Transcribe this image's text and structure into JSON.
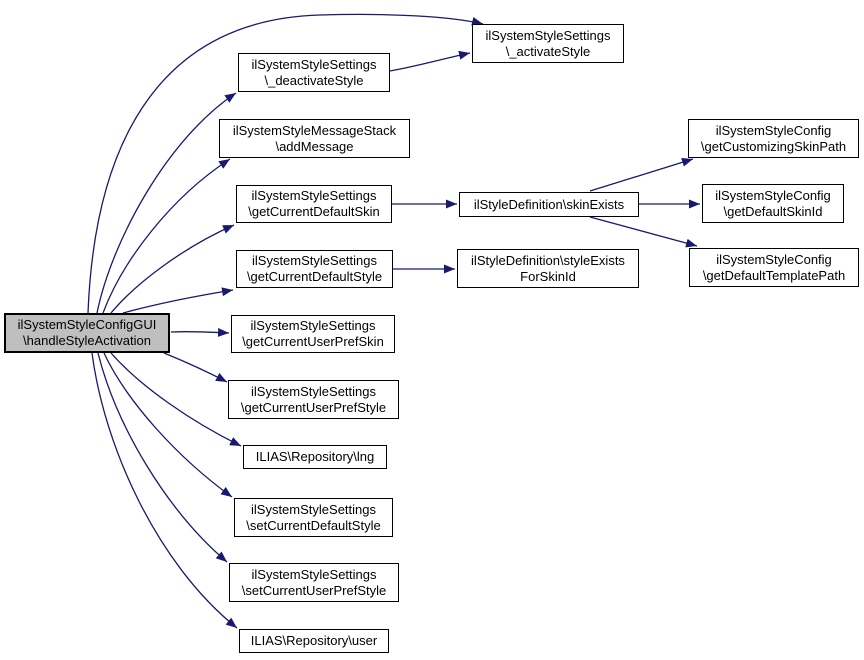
{
  "diagram": {
    "type": "doxygen-call-graph",
    "background_color": "#ffffff",
    "edge_color": "#191970",
    "node_border_color": "#000000",
    "node_fill_color": "#ffffff",
    "focus_node_fill_color": "#bfbfbf",
    "nodes": [
      {
        "id": "handleStyleActivation",
        "focus": true,
        "lines": [
          "ilSystemStyleConfigGUI",
          "\\handleStyleActivation"
        ]
      },
      {
        "id": "activateStyle",
        "focus": false,
        "lines": [
          "ilSystemStyleSettings",
          "\\_activateStyle"
        ]
      },
      {
        "id": "deactivateStyle",
        "focus": false,
        "lines": [
          "ilSystemStyleSettings",
          "\\_deactivateStyle"
        ]
      },
      {
        "id": "addMessage",
        "focus": false,
        "lines": [
          "ilSystemStyleMessageStack",
          "\\addMessage"
        ]
      },
      {
        "id": "getCurrentDefaultSkin",
        "focus": false,
        "lines": [
          "ilSystemStyleSettings",
          "\\getCurrentDefaultSkin"
        ]
      },
      {
        "id": "skinExists",
        "focus": false,
        "lines": [
          "ilStyleDefinition\\skinExists"
        ]
      },
      {
        "id": "getCustomizingSkinPath",
        "focus": false,
        "lines": [
          "ilSystemStyleConfig",
          "\\getCustomizingSkinPath"
        ]
      },
      {
        "id": "getDefaultSkinId",
        "focus": false,
        "lines": [
          "ilSystemStyleConfig",
          "\\getDefaultSkinId"
        ]
      },
      {
        "id": "getDefaultTemplatePath",
        "focus": false,
        "lines": [
          "ilSystemStyleConfig",
          "\\getDefaultTemplatePath"
        ]
      },
      {
        "id": "getCurrentDefaultStyle",
        "focus": false,
        "lines": [
          "ilSystemStyleSettings",
          "\\getCurrentDefaultStyle"
        ]
      },
      {
        "id": "styleExistsForSkinId",
        "focus": false,
        "lines": [
          "ilStyleDefinition\\styleExists",
          "ForSkinId"
        ]
      },
      {
        "id": "getCurrentUserPrefSkin",
        "focus": false,
        "lines": [
          "ilSystemStyleSettings",
          "\\getCurrentUserPrefSkin"
        ]
      },
      {
        "id": "getCurrentUserPrefStyle",
        "focus": false,
        "lines": [
          "ilSystemStyleSettings",
          "\\getCurrentUserPrefStyle"
        ]
      },
      {
        "id": "lng",
        "focus": false,
        "lines": [
          "ILIAS\\Repository\\lng"
        ]
      },
      {
        "id": "setCurrentDefaultStyle",
        "focus": false,
        "lines": [
          "ilSystemStyleSettings",
          "\\setCurrentDefaultStyle"
        ]
      },
      {
        "id": "setCurrentUserPrefStyle",
        "focus": false,
        "lines": [
          "ilSystemStyleSettings",
          "\\setCurrentUserPrefStyle"
        ]
      },
      {
        "id": "user",
        "focus": false,
        "lines": [
          "ILIAS\\Repository\\user"
        ]
      }
    ],
    "edges": [
      {
        "from": "handleStyleActivation",
        "to": "activateStyle"
      },
      {
        "from": "handleStyleActivation",
        "to": "deactivateStyle"
      },
      {
        "from": "handleStyleActivation",
        "to": "addMessage"
      },
      {
        "from": "handleStyleActivation",
        "to": "getCurrentDefaultSkin"
      },
      {
        "from": "handleStyleActivation",
        "to": "getCurrentDefaultStyle"
      },
      {
        "from": "handleStyleActivation",
        "to": "getCurrentUserPrefSkin"
      },
      {
        "from": "handleStyleActivation",
        "to": "getCurrentUserPrefStyle"
      },
      {
        "from": "handleStyleActivation",
        "to": "lng"
      },
      {
        "from": "handleStyleActivation",
        "to": "setCurrentDefaultStyle"
      },
      {
        "from": "handleStyleActivation",
        "to": "setCurrentUserPrefStyle"
      },
      {
        "from": "handleStyleActivation",
        "to": "user"
      },
      {
        "from": "deactivateStyle",
        "to": "activateStyle"
      },
      {
        "from": "getCurrentDefaultSkin",
        "to": "skinExists"
      },
      {
        "from": "getCurrentDefaultStyle",
        "to": "styleExistsForSkinId"
      },
      {
        "from": "skinExists",
        "to": "getCustomizingSkinPath"
      },
      {
        "from": "skinExists",
        "to": "getDefaultSkinId"
      },
      {
        "from": "skinExists",
        "to": "getDefaultTemplatePath"
      }
    ]
  }
}
